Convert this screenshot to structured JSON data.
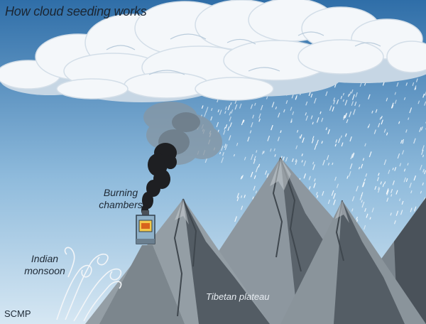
{
  "title": "How cloud seeding works",
  "labels": {
    "burning_chambers": "Burning\nchambers",
    "indian_monsoon": "Indian\nmonsoon",
    "tibetan_plateau": "Tibetan plateau"
  },
  "credit": "SCMP",
  "colors": {
    "sky_top": "#2f6ea8",
    "sky_bottom": "#d6e7f3",
    "cloud": "#f4f7fa",
    "cloud_shade": "#c6d6e4",
    "mountain_light": "#8d979f",
    "mountain_dark": "#4f5860",
    "smoke_dark": "#1e1f22",
    "smoke_light": "#6d7780",
    "chamber": "#8fb1c9",
    "rain": "#ffffff"
  }
}
